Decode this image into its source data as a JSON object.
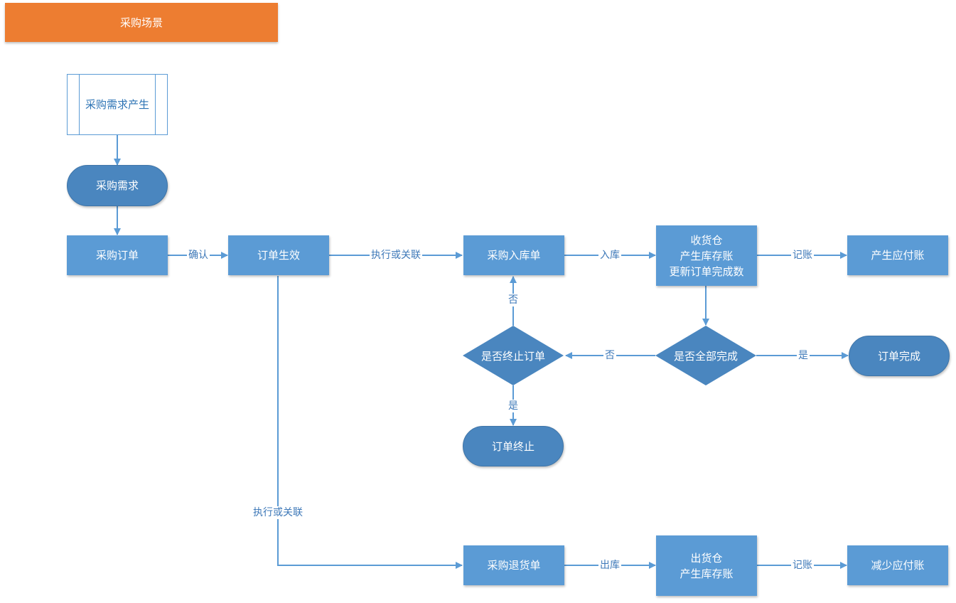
{
  "title": "采购场景",
  "nodes": {
    "demand_source": "采购需求产生",
    "demand": "采购需求",
    "purchase_order": "采购订单",
    "order_effective": "订单生效",
    "inbound_order": "采购入库单",
    "receive_warehouse": [
      "收货仓",
      "产生库存账",
      "更新订单完成数"
    ],
    "payable": "产生应付账",
    "all_done": "是否全部完成",
    "order_complete": "订单完成",
    "terminate_q": "是否终止订单",
    "order_terminated": "订单终止",
    "return_order": "采购退货单",
    "ship_warehouse": [
      "出货仓",
      "产生库存账"
    ],
    "reduce_payable": "减少应付账"
  },
  "edges": {
    "confirm": "确认",
    "execute_or_link_1": "执行或关联",
    "inbound": "入库",
    "bookkeep_1": "记账",
    "no_1": "否",
    "yes_1": "是",
    "no_2": "否",
    "yes_2": "是",
    "execute_or_link_2": "执行或关联",
    "outbound": "出库",
    "bookkeep_2": "记账"
  },
  "colors": {
    "banner": "#ed7d31",
    "process": "#5b9bd5",
    "terminal": "#4a86bf",
    "line": "#5b9bd5",
    "label": "#3d78b8"
  }
}
